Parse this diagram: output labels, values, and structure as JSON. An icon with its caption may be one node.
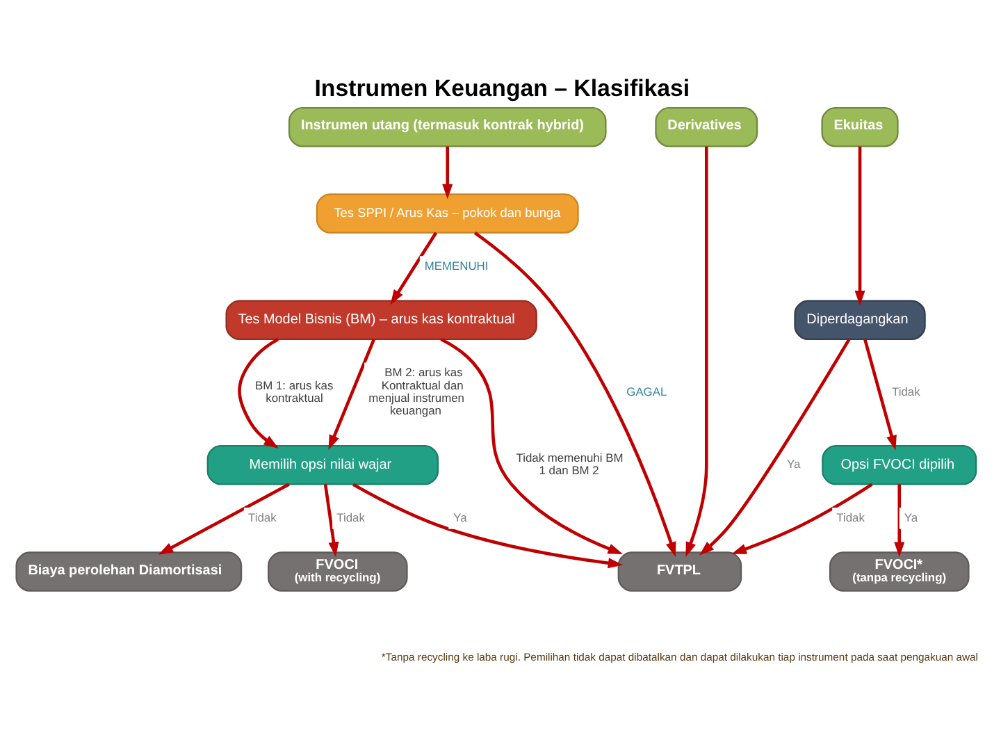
{
  "diagram": {
    "title": "Instrumen Keuangan – Klasifikasi",
    "nodes": [
      {
        "text": [
          "Instrumen utang (termasuk kontrak hybrid)"
        ]
      },
      {
        "text": [
          "Derivatives"
        ]
      },
      {
        "text": [
          "Ekuitas"
        ]
      },
      {
        "text": [
          "Tes SPPI / Arus Kas – pokok dan bunga"
        ]
      },
      {
        "text": [
          "Tes Model Bisnis (BM) – arus kas kontraktual"
        ]
      },
      {
        "text": [
          "Diperdagangkan"
        ]
      },
      {
        "text": [
          "Memilih opsi nilai wajar"
        ]
      },
      {
        "text": [
          "Opsi FVOCI dipilih"
        ]
      },
      {
        "text": [
          "Biaya perolehan Diamortisasi"
        ]
      },
      {
        "text": [
          "FVOCI",
          "(with recycling)"
        ]
      },
      {
        "text": [
          "FVTPL"
        ]
      },
      {
        "text": [
          "FVOCI*",
          "(tanpa recycling)"
        ]
      }
    ],
    "edges": [
      {
        "from": 0,
        "to": 3,
        "arrow": "to"
      },
      {
        "from": 3,
        "to": 4,
        "arrow": "to",
        "label": "MEMENUHI"
      },
      {
        "from": 3,
        "to": 10,
        "arrow": "to",
        "label": "GAGAL"
      },
      {
        "from": 1,
        "to": 10,
        "arrow": "to"
      },
      {
        "from": 2,
        "to": 5,
        "arrow": "to"
      },
      {
        "from": 4,
        "to": 6,
        "arrow": "to",
        "label": "BM 1: arus kas kontraktual"
      },
      {
        "from": 4,
        "to": 6,
        "arrow": "to",
        "label": "BM 2: arus kas Kontraktual dan menjual instrumen keuangan"
      },
      {
        "from": 4,
        "to": 10,
        "arrow": "to",
        "label": "Tidak memenuhi BM 1 dan BM 2"
      },
      {
        "from": 5,
        "to": 10,
        "arrow": "to",
        "label": "Ya"
      },
      {
        "from": 5,
        "to": 7,
        "arrow": "to",
        "label": "Tidak"
      },
      {
        "from": 6,
        "to": 8,
        "arrow": "to",
        "label": "Tidak"
      },
      {
        "from": 6,
        "to": 9,
        "arrow": "to",
        "label": "Tidak"
      },
      {
        "from": 6,
        "to": 10,
        "arrow": "to",
        "label": "Ya"
      },
      {
        "from": 7,
        "to": 10,
        "arrow": "to",
        "label": "Tidak"
      },
      {
        "from": 7,
        "to": 11,
        "arrow": "to",
        "label": "Ya"
      }
    ],
    "labels": [
      "*Tanpa recycling ke laba rugi. Pemilihan tidak dapat dibatalkan dan dapat dilakukan tiap instrument pada saat pengakuan awal"
    ]
  }
}
